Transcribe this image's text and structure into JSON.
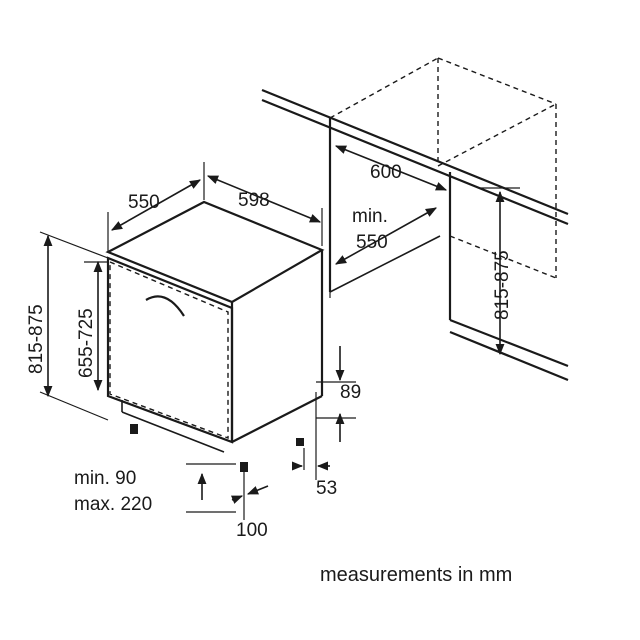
{
  "dimensions": {
    "niche_width": "600",
    "niche_min_depth_label": "min.",
    "niche_min_depth_value": "550",
    "niche_height": "815-875",
    "appliance_depth": "550",
    "appliance_width": "598",
    "appliance_height_total": "815-875",
    "appliance_height_body": "655-725",
    "plinth_height": "89",
    "plinth_offset": "53",
    "plinth_depth": "100",
    "door_gap_min": "min. 90",
    "door_gap_max": "max. 220"
  },
  "caption": "measurements in mm"
}
